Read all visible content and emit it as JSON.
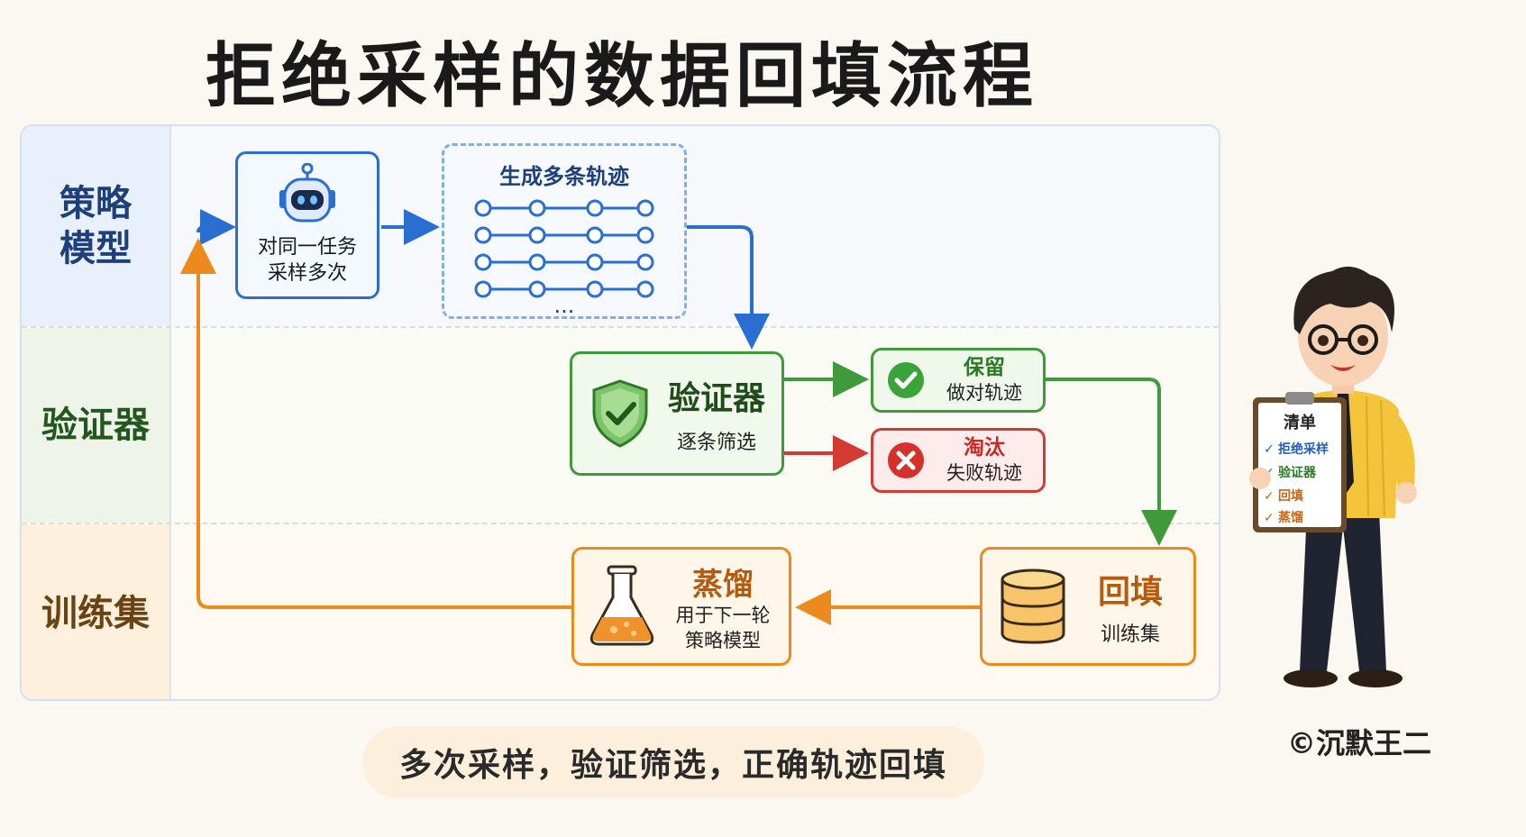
{
  "title": "拒绝采样的数据回填流程",
  "lanes": {
    "policy": "策略\n模型",
    "verifier": "验证器",
    "training_set": "训练集"
  },
  "nodes": {
    "sampling": {
      "line1": "对同一任务",
      "line2": "采样多次"
    },
    "trajectories": {
      "title": "生成多条轨迹",
      "ellipsis": "..."
    },
    "verifier": {
      "title": "验证器",
      "subtitle": "逐条筛选"
    },
    "keep": {
      "title": "保留",
      "subtitle": "做对轨迹"
    },
    "drop": {
      "title": "淘汰",
      "subtitle": "失败轨迹"
    },
    "backfill": {
      "title": "回填",
      "subtitle": "训练集"
    },
    "distill": {
      "title": "蒸馏",
      "line1": "用于下一轮",
      "line2": "策略模型"
    }
  },
  "checklist": {
    "title": "清单",
    "items": [
      {
        "label": "拒绝采样",
        "color": "#1f5fbf"
      },
      {
        "label": "验证器",
        "color": "#2a7a24"
      },
      {
        "label": "回填",
        "color": "#c0651a"
      },
      {
        "label": "蒸馏",
        "color": "#c0651a"
      }
    ]
  },
  "summary": "多次采样，验证筛选，正确轨迹回填",
  "copyright": "©沉默王二",
  "colors": {
    "policy": "#2b6ed1",
    "verify": "#3e9a3a",
    "reject": "#d23a32",
    "train": "#ec8a1d"
  }
}
